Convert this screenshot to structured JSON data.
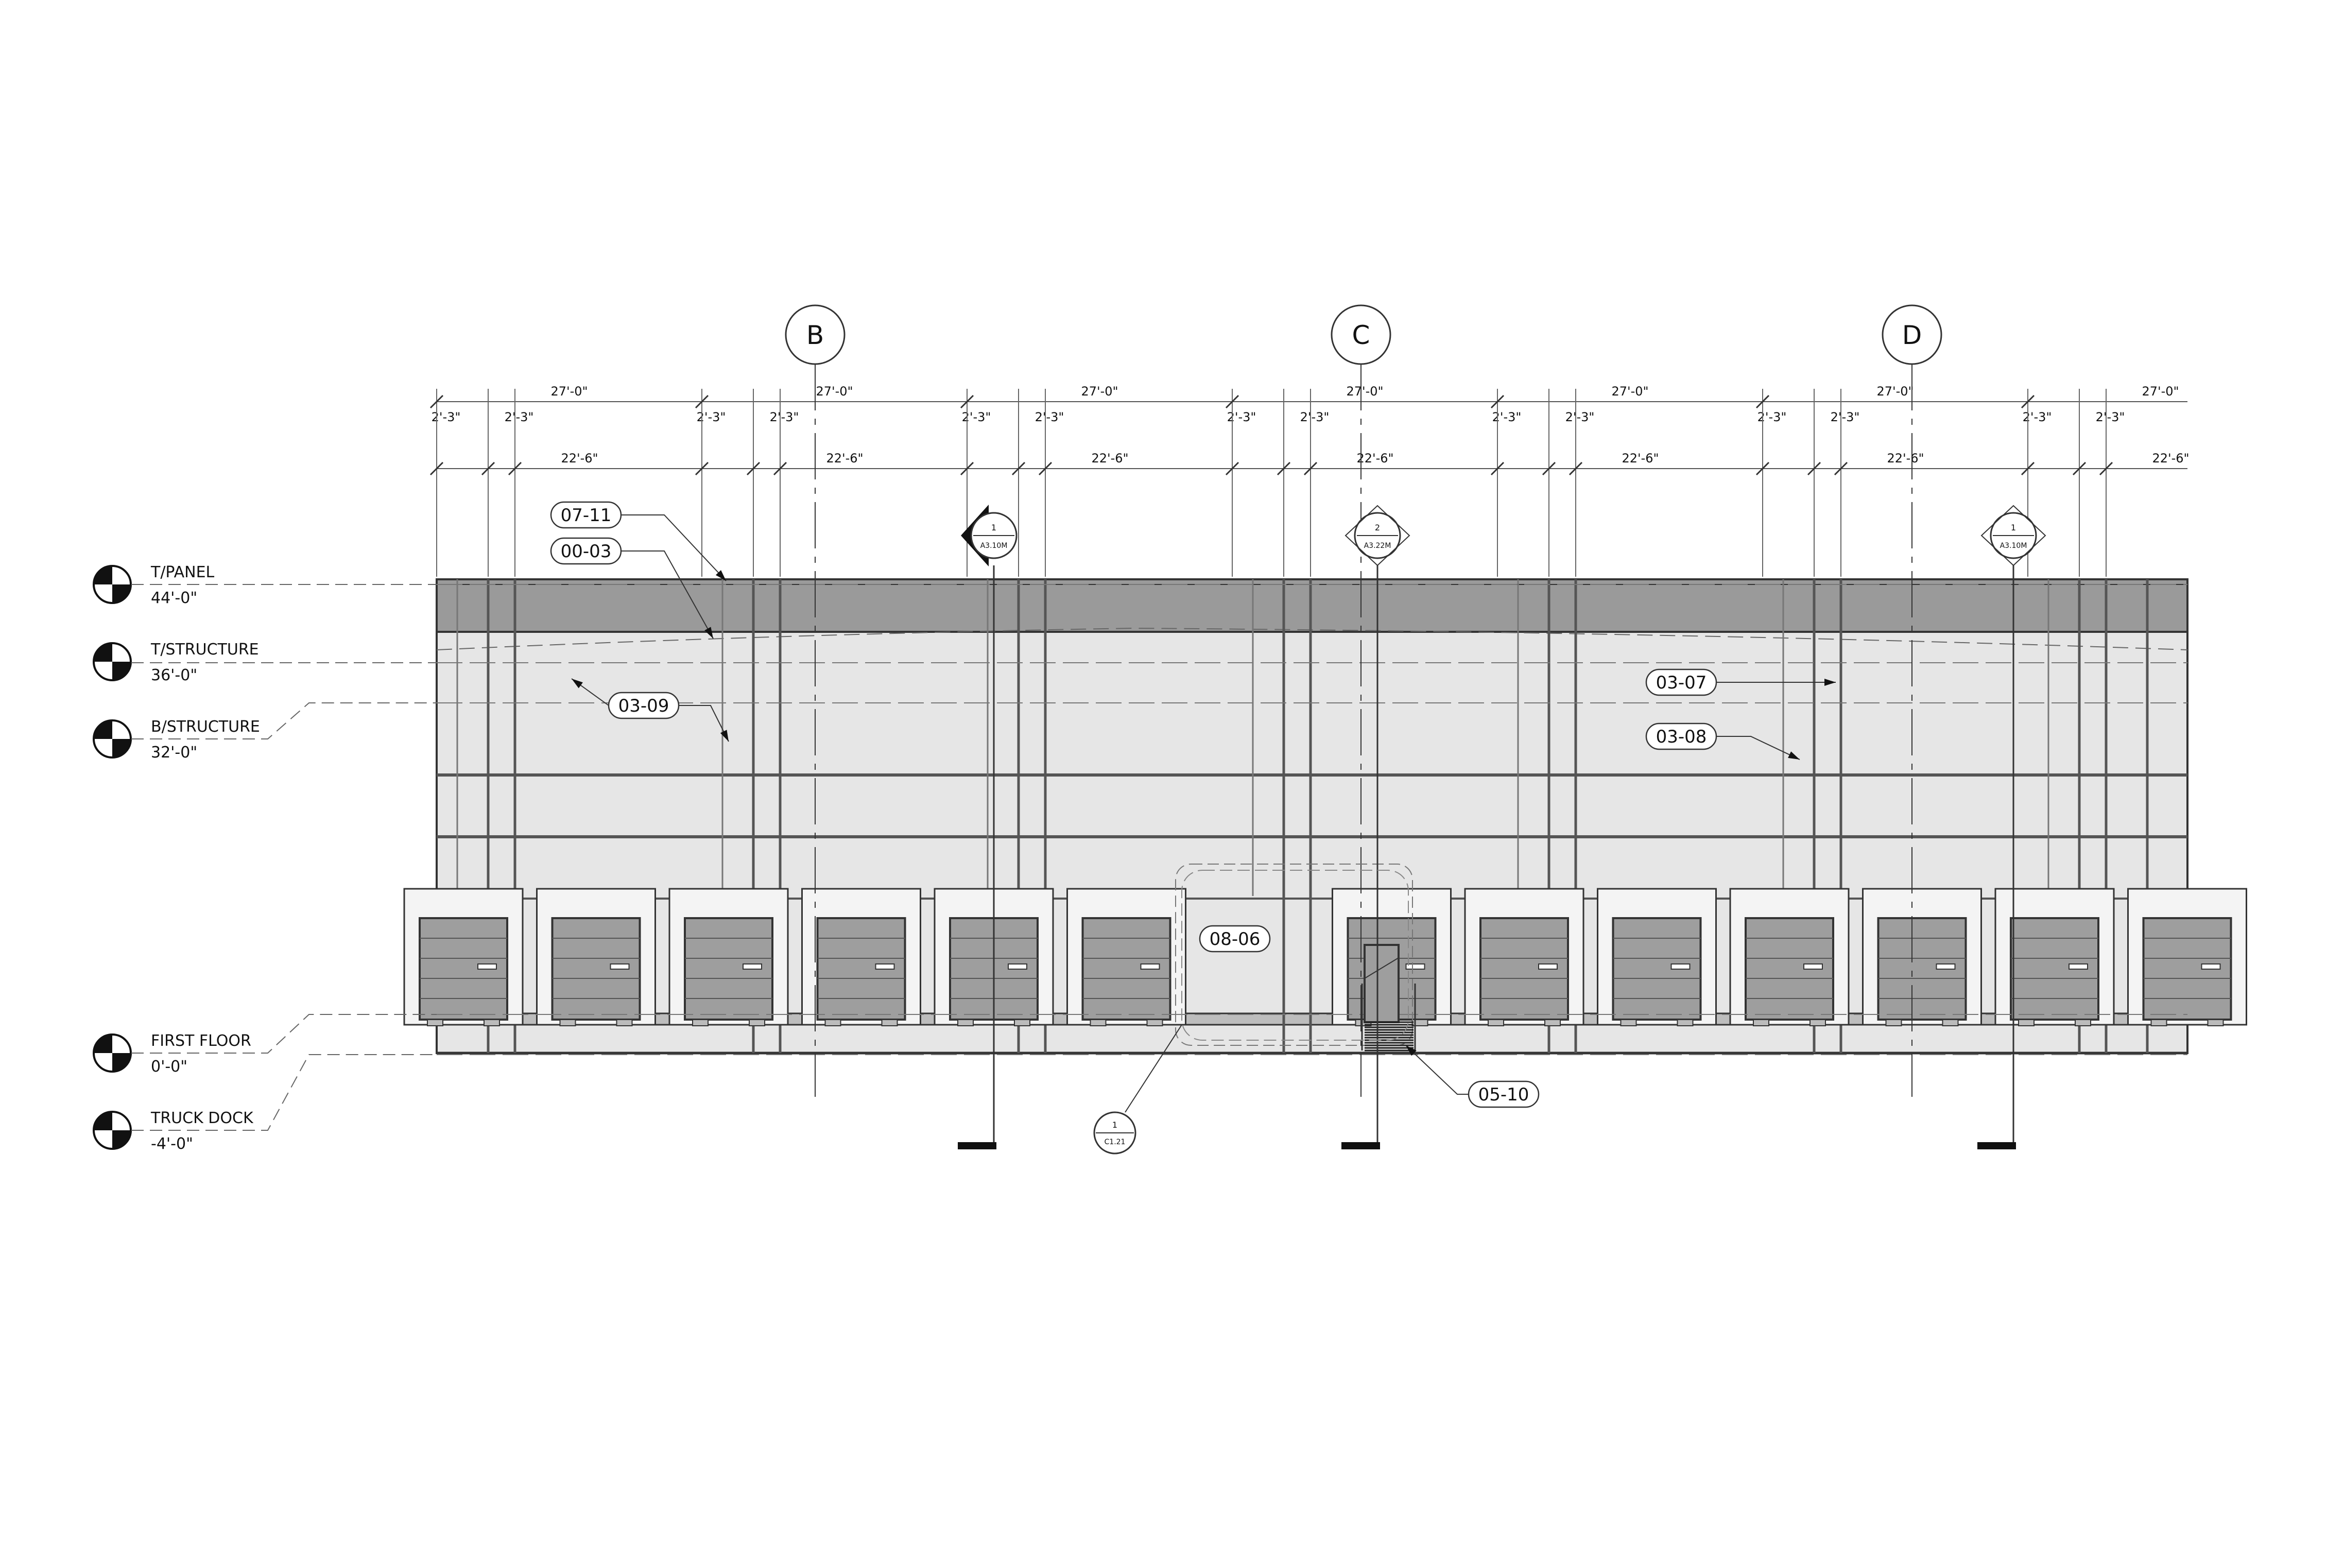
{
  "grid_bubbles": [
    {
      "label": "B"
    },
    {
      "label": "C"
    },
    {
      "label": "D"
    }
  ],
  "levels": [
    {
      "name": "T/PANEL",
      "elevation": "44'-0\""
    },
    {
      "name": "T/STRUCTURE",
      "elevation": "36'-0\""
    },
    {
      "name": "B/STRUCTURE",
      "elevation": "32'-0\""
    },
    {
      "name": "FIRST FLOOR",
      "elevation": "0'-0\""
    },
    {
      "name": "TRUCK DOCK",
      "elevation": "-4'-0\""
    }
  ],
  "dimensions": {
    "overall": "27'-0\"",
    "pilaster": "2'-3\"",
    "clear": "22'-6\""
  },
  "keynotes": [
    "07-11",
    "00-03",
    "03-09",
    "03-07",
    "03-08",
    "08-06",
    "05-10"
  ],
  "section_refs": [
    {
      "number": "1",
      "sheet": "A3.10M"
    },
    {
      "number": "2",
      "sheet": "A3.22M"
    },
    {
      "number": "1",
      "sheet": "A3.10M"
    }
  ],
  "detail_ref": {
    "number": "1",
    "sheet": "C1.21"
  },
  "colors": {
    "line": "#333333",
    "panel_band": "#9a9a9a",
    "wall": "#e6e6e6",
    "door": "#9e9e9e"
  }
}
